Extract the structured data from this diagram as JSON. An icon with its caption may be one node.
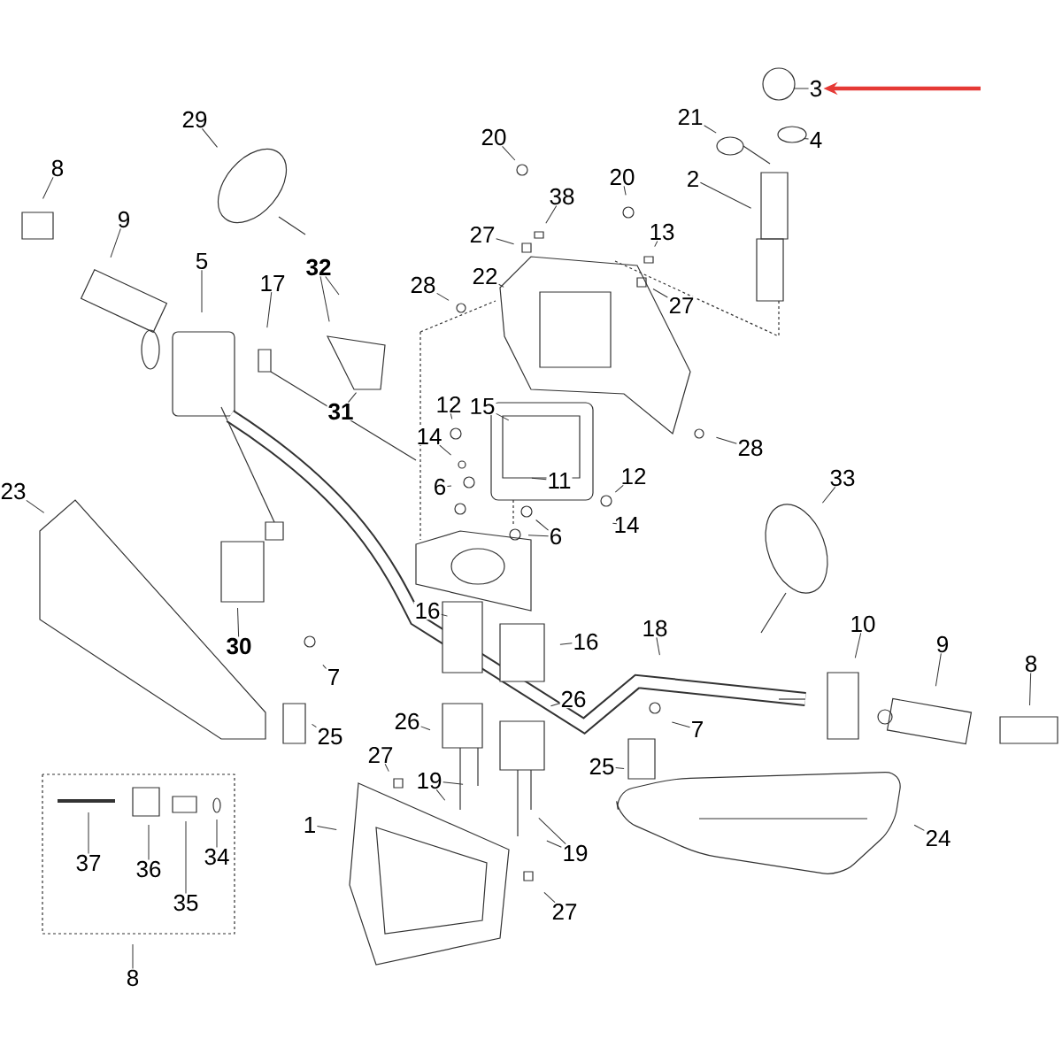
{
  "diagram": {
    "nodes": [
      {
        "text": [
          "8"
        ]
      },
      {
        "text": [
          "9"
        ]
      },
      {
        "text": [
          "29"
        ]
      },
      {
        "text": [
          "5"
        ]
      },
      {
        "text": [
          "17"
        ]
      },
      {
        "text": [
          "32"
        ]
      },
      {
        "text": [
          "31"
        ]
      },
      {
        "text": [
          "20"
        ]
      },
      {
        "text": [
          "38"
        ]
      },
      {
        "text": [
          "27"
        ]
      },
      {
        "text": [
          "22"
        ]
      },
      {
        "text": [
          "28"
        ]
      },
      {
        "text": [
          "20"
        ]
      },
      {
        "text": [
          "13"
        ]
      },
      {
        "text": [
          "27"
        ]
      },
      {
        "text": [
          "3"
        ]
      },
      {
        "text": [
          "21"
        ]
      },
      {
        "text": [
          "4"
        ]
      },
      {
        "text": [
          "2"
        ]
      },
      {
        "text": [
          "12"
        ]
      },
      {
        "text": [
          "15"
        ]
      },
      {
        "text": [
          "14"
        ]
      },
      {
        "text": [
          "11"
        ]
      },
      {
        "text": [
          "6"
        ]
      },
      {
        "text": [
          "12"
        ]
      },
      {
        "text": [
          "14"
        ]
      },
      {
        "text": [
          "6"
        ]
      },
      {
        "text": [
          "33"
        ]
      },
      {
        "text": [
          "28"
        ]
      },
      {
        "text": [
          "23"
        ]
      },
      {
        "text": [
          "30"
        ]
      },
      {
        "text": [
          "7"
        ]
      },
      {
        "text": [
          "25"
        ]
      },
      {
        "text": [
          "16"
        ]
      },
      {
        "text": [
          "16"
        ]
      },
      {
        "text": [
          "18"
        ]
      },
      {
        "text": [
          "10"
        ]
      },
      {
        "text": [
          "9"
        ]
      },
      {
        "text": [
          "8"
        ]
      },
      {
        "text": [
          "7"
        ]
      },
      {
        "text": [
          "26"
        ]
      },
      {
        "text": [
          "26"
        ]
      },
      {
        "text": [
          "27"
        ]
      },
      {
        "text": [
          "19"
        ]
      },
      {
        "text": [
          "25"
        ]
      },
      {
        "text": [
          "1"
        ]
      },
      {
        "text": [
          "24"
        ]
      },
      {
        "text": [
          "19"
        ]
      },
      {
        "text": [
          "27"
        ]
      },
      {
        "text": [
          "37"
        ]
      },
      {
        "text": [
          "36"
        ]
      },
      {
        "text": [
          "35"
        ]
      },
      {
        "text": [
          "34"
        ]
      },
      {
        "text": [
          "8"
        ]
      }
    ],
    "edges": [
      {
        "from": 0,
        "to": null,
        "arrow": "none"
      },
      {
        "from": 1,
        "to": null,
        "arrow": "none"
      },
      {
        "from": 2,
        "to": null,
        "arrow": "none"
      },
      {
        "from": 3,
        "to": null,
        "arrow": "none"
      },
      {
        "from": 4,
        "to": null,
        "arrow": "none"
      },
      {
        "from": 5,
        "to": null,
        "arrow": "none"
      },
      {
        "from": 5,
        "to": null,
        "arrow": "none"
      },
      {
        "from": 6,
        "to": null,
        "arrow": "none"
      },
      {
        "from": 7,
        "to": null,
        "arrow": "none"
      },
      {
        "from": 8,
        "to": null,
        "arrow": "none"
      },
      {
        "from": 9,
        "to": null,
        "arrow": "none"
      },
      {
        "from": 10,
        "to": null,
        "arrow": "none"
      },
      {
        "from": 11,
        "to": null,
        "arrow": "none"
      },
      {
        "from": 12,
        "to": null,
        "arrow": "none"
      },
      {
        "from": 13,
        "to": null,
        "arrow": "none"
      },
      {
        "from": 14,
        "to": null,
        "arrow": "none"
      },
      {
        "from": 15,
        "to": null,
        "arrow": "none"
      },
      {
        "from": 16,
        "to": null,
        "arrow": "none"
      },
      {
        "from": 17,
        "to": null,
        "arrow": "none"
      },
      {
        "from": 18,
        "to": null,
        "arrow": "none"
      },
      {
        "from": 19,
        "to": null,
        "arrow": "none"
      },
      {
        "from": 20,
        "to": null,
        "arrow": "none"
      },
      {
        "from": 21,
        "to": null,
        "arrow": "none"
      },
      {
        "from": 22,
        "to": null,
        "arrow": "none"
      },
      {
        "from": 23,
        "to": null,
        "arrow": "none"
      },
      {
        "from": 24,
        "to": null,
        "arrow": "none"
      },
      {
        "from": 25,
        "to": null,
        "arrow": "none"
      },
      {
        "from": 26,
        "to": null,
        "arrow": "none"
      },
      {
        "from": 26,
        "to": null,
        "arrow": "none"
      },
      {
        "from": 27,
        "to": null,
        "arrow": "none"
      },
      {
        "from": 28,
        "to": null,
        "arrow": "none"
      },
      {
        "from": 29,
        "to": null,
        "arrow": "none"
      },
      {
        "from": 30,
        "to": null,
        "arrow": "none"
      },
      {
        "from": 31,
        "to": null,
        "arrow": "none"
      },
      {
        "from": 32,
        "to": null,
        "arrow": "none"
      },
      {
        "from": 33,
        "to": null,
        "arrow": "none"
      },
      {
        "from": 34,
        "to": null,
        "arrow": "none"
      },
      {
        "from": 35,
        "to": null,
        "arrow": "none"
      },
      {
        "from": 36,
        "to": null,
        "arrow": "none"
      },
      {
        "from": 37,
        "to": null,
        "arrow": "none"
      },
      {
        "from": 38,
        "to": null,
        "arrow": "none"
      },
      {
        "from": 39,
        "to": null,
        "arrow": "none"
      },
      {
        "from": 40,
        "to": null,
        "arrow": "none"
      },
      {
        "from": 41,
        "to": null,
        "arrow": "none"
      },
      {
        "from": 42,
        "to": null,
        "arrow": "none"
      },
      {
        "from": 43,
        "to": null,
        "arrow": "none"
      },
      {
        "from": 43,
        "to": null,
        "arrow": "none"
      },
      {
        "from": 44,
        "to": null,
        "arrow": "none"
      },
      {
        "from": 45,
        "to": null,
        "arrow": "none"
      },
      {
        "from": 46,
        "to": null,
        "arrow": "none"
      },
      {
        "from": 47,
        "to": null,
        "arrow": "none"
      },
      {
        "from": 47,
        "to": null,
        "arrow": "none"
      },
      {
        "from": 48,
        "to": null,
        "arrow": "none"
      },
      {
        "from": 49,
        "to": null,
        "arrow": "none"
      },
      {
        "from": 50,
        "to": null,
        "arrow": "none"
      },
      {
        "from": 51,
        "to": null,
        "arrow": "none"
      },
      {
        "from": 52,
        "to": null,
        "arrow": "none"
      },
      {
        "from": 53,
        "to": null,
        "arrow": "none"
      },
      {
        "from": null,
        "to": 15,
        "arrow": "to",
        "style": "thick",
        "color": "#e53935"
      }
    ]
  }
}
